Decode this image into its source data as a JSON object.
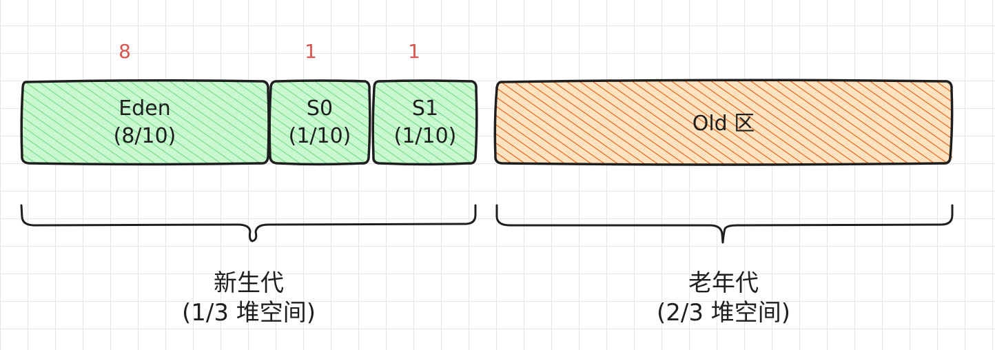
{
  "colors": {
    "young_fill": "#b2f2bb",
    "young_hatch": "#69db7c",
    "old_fill": "#ffd8a8",
    "old_hatch": "#e8590c",
    "ratio_text": "#d9534f",
    "stroke": "#1e1e1e"
  },
  "ratios": {
    "eden": "8",
    "s0": "1",
    "s1": "1"
  },
  "regions": {
    "eden": {
      "name": "Eden",
      "fraction": "(8/10)"
    },
    "s0": {
      "name": "S0",
      "fraction": "(1/10)"
    },
    "s1": {
      "name": "S1",
      "fraction": "(1/10)"
    },
    "old": {
      "name": "Old 区"
    }
  },
  "generations": {
    "young": {
      "name": "新生代",
      "share": "(1/3 堆空间)"
    },
    "old": {
      "name": "老年代",
      "share": "(2/3 堆空间)"
    }
  }
}
